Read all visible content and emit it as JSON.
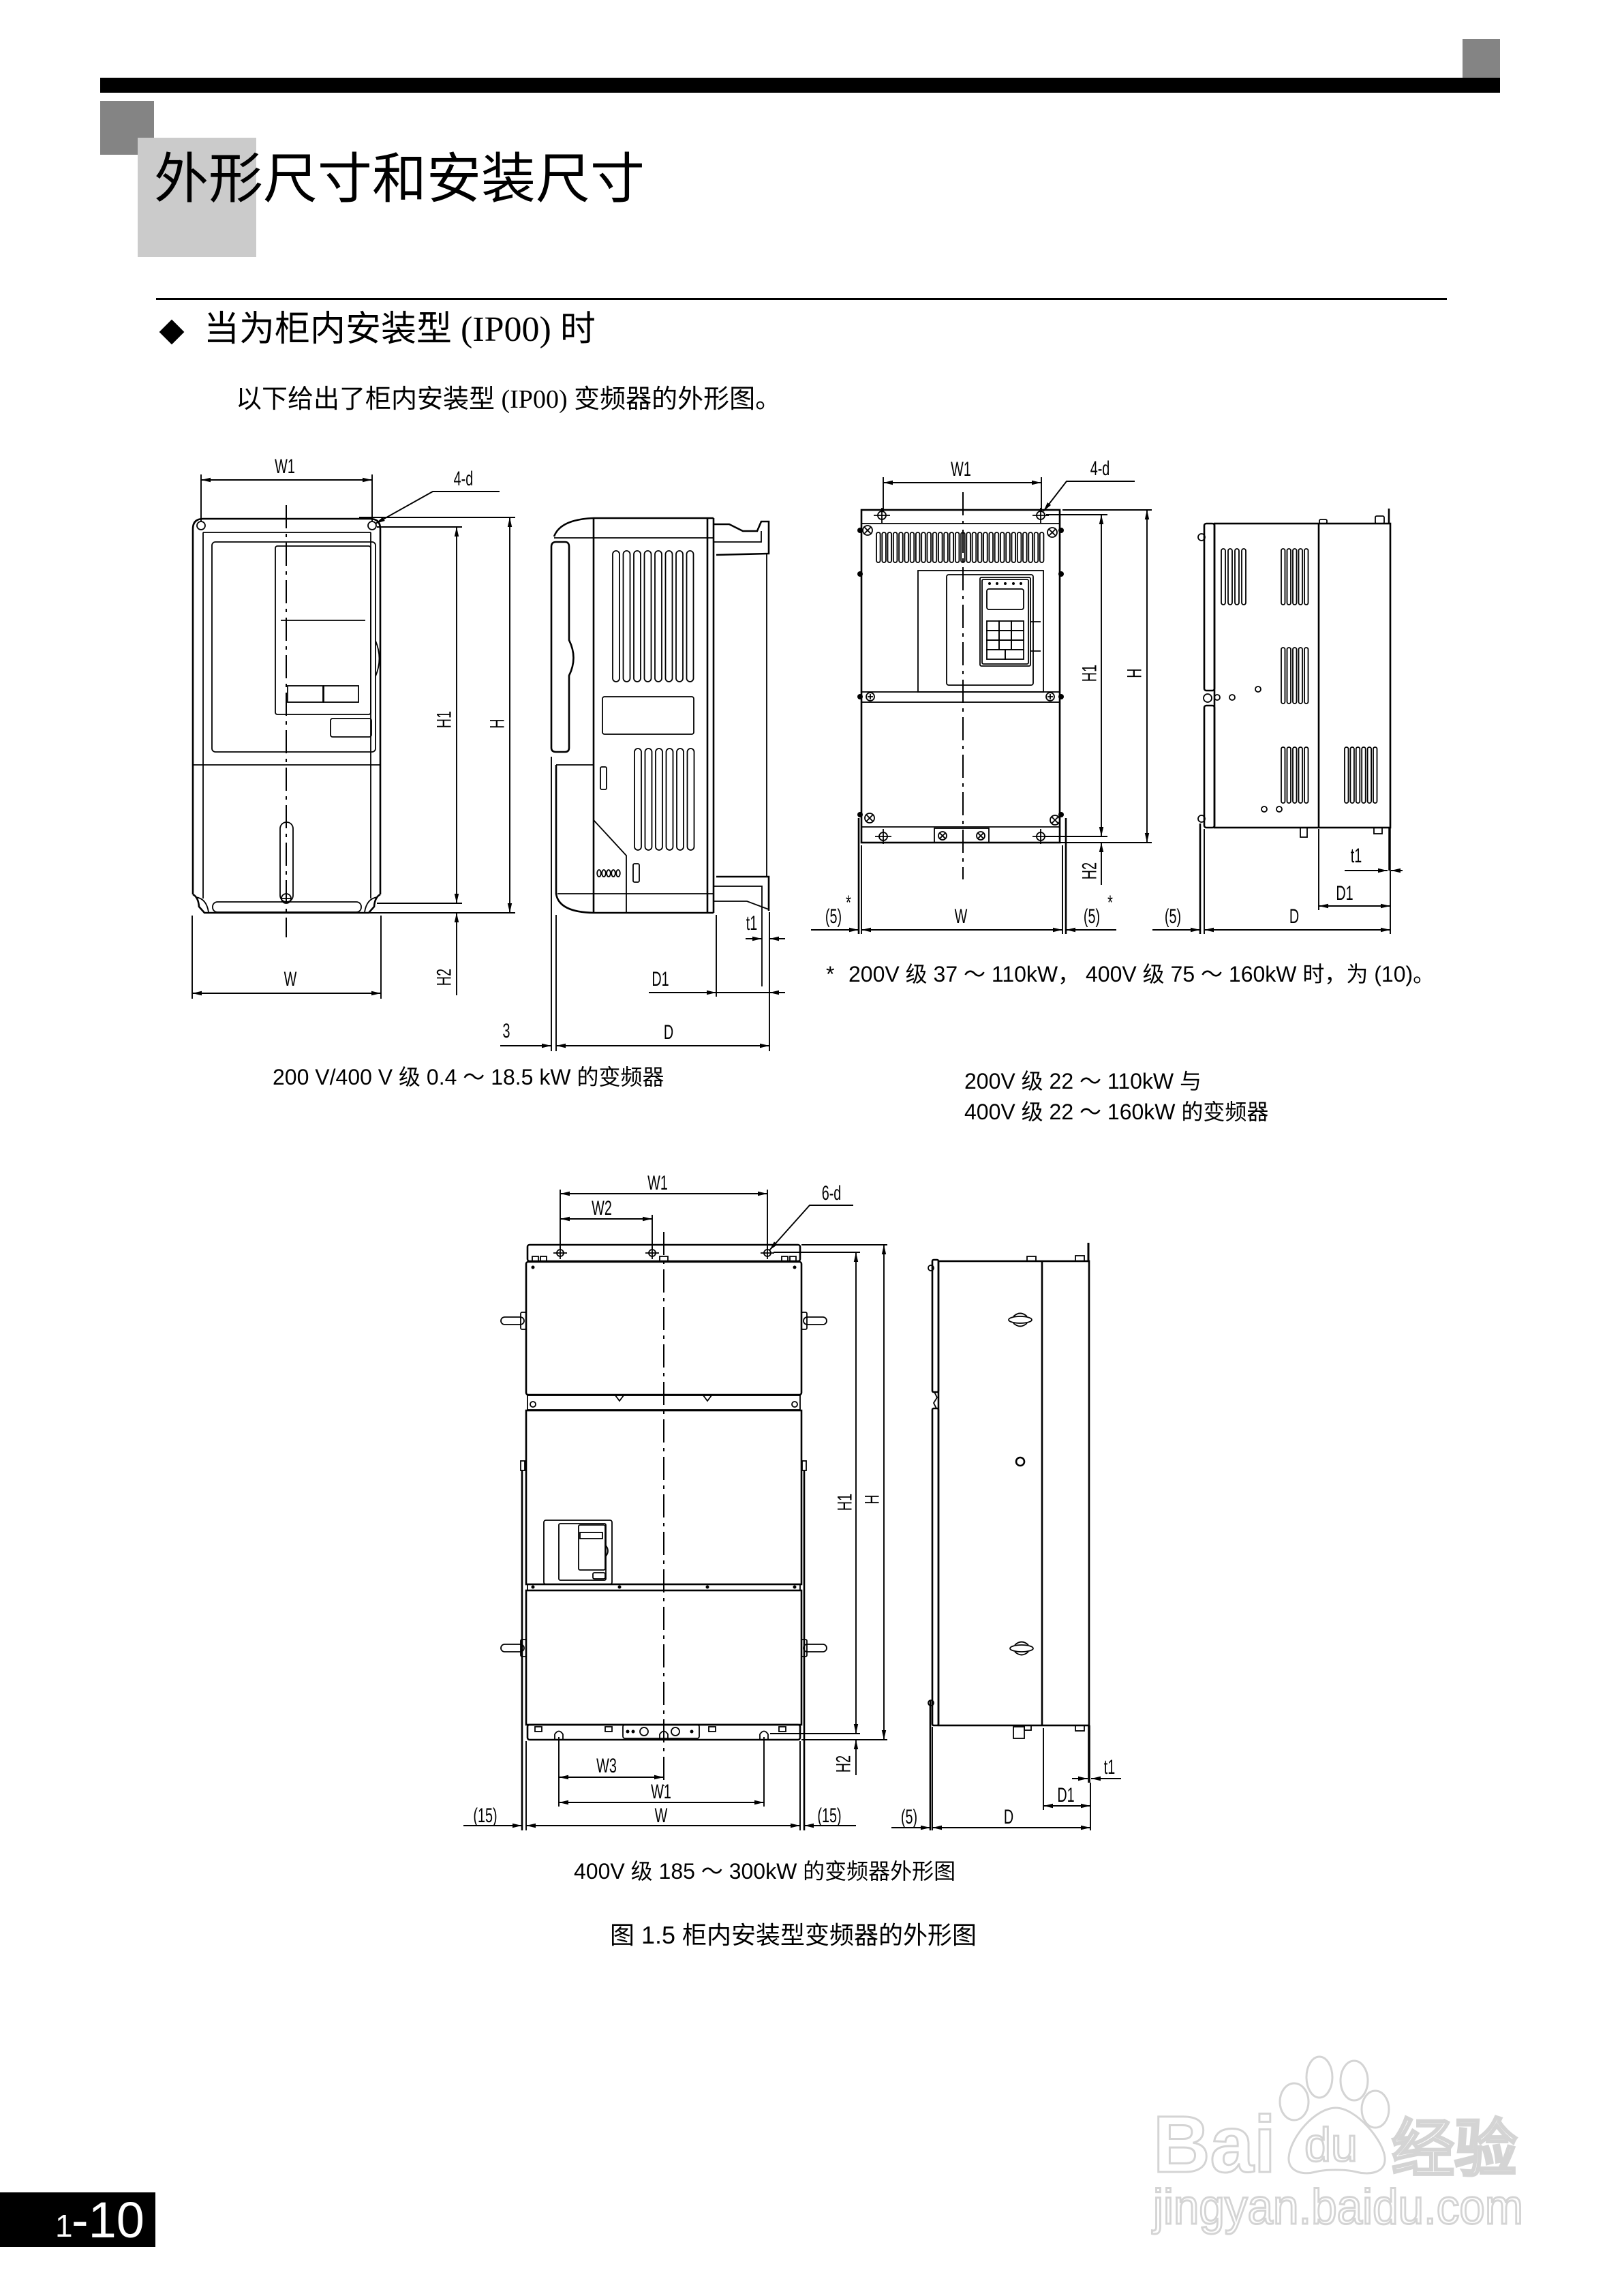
{
  "page": {
    "chapter_title": "外形尺寸和安装尺寸",
    "section_heading": "当为柜内安装型 (IP00) 时",
    "intro_text": "以下给出了柜内安装型 (IP00) 变频器的外形图。",
    "page_number": {
      "chapter": "1",
      "page": "-10"
    }
  },
  "icons": {
    "section_bullet": "diamond-icon"
  },
  "colors": {
    "ink": "#000000",
    "tab_dark": "#848484",
    "tab_light": "#cbcbcb",
    "watermark_outline": "#d4d4d4",
    "page_background": "#ffffff"
  },
  "figures": [
    {
      "name": "small-inverter",
      "caption": "200 V/400 V 级 0.4 ～ 18.5 kW 的变频器",
      "labels": {
        "W1": "W1",
        "holes": "4-d",
        "H1": "H1",
        "H": "H",
        "H2": "H2",
        "W": "W",
        "t1": "t1",
        "D1": "D1",
        "gap": "3",
        "D": "D"
      }
    },
    {
      "name": "medium-inverter",
      "caption_lines": [
        "200V 级 22 ～ 110kW 与",
        "400V 级 22 ～ 160kW 的变频器"
      ],
      "footnote_mark": "*",
      "footnote": "200V 级 37 ～ 110kW， 400V 级 75 ～ 160kW 时，为 (10)。",
      "labels": {
        "W1": "W1",
        "holes": "4-d",
        "H1": "H1",
        "H": "H",
        "H2": "H2",
        "W": "W",
        "clearance_left": "(5)",
        "clearance_right": "(5)",
        "clearance_mark": "*",
        "clearance_side": "(5)",
        "t1": "t1",
        "D1": "D1",
        "D": "D"
      }
    },
    {
      "name": "large-inverter",
      "caption": "400V 级 185 ～ 300kW 的变频器外形图",
      "labels": {
        "W1_top": "W1",
        "W2": "W2",
        "holes": "6-d",
        "H1": "H1",
        "H": "H",
        "H2": "H2",
        "W3": "W3",
        "W1_bottom": "W1",
        "W": "W",
        "clearance_left": "(15)",
        "clearance_right": "(15)",
        "clearance_side": "(5)",
        "t1": "t1",
        "D1": "D1",
        "D": "D"
      }
    }
  ],
  "figure_caption": "图 1.5 柜内安装型变频器的外形图",
  "watermark": {
    "logo_left": "Bai",
    "logo_paw": "du",
    "logo_right": "经验",
    "url": "jingyan.baidu.com"
  }
}
